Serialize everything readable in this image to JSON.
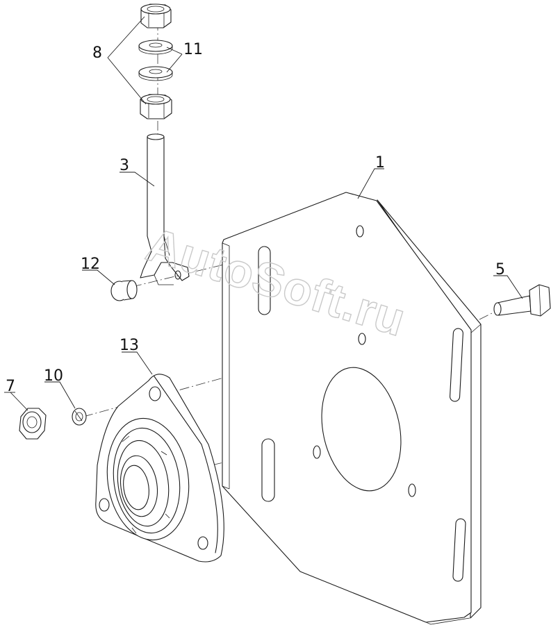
{
  "diagram": {
    "labels": [
      {
        "id": "p1",
        "text": "1"
      },
      {
        "id": "p3",
        "text": "3"
      },
      {
        "id": "p5",
        "text": "5"
      },
      {
        "id": "p7",
        "text": "7"
      },
      {
        "id": "p8",
        "text": "8"
      },
      {
        "id": "p10",
        "text": "10"
      },
      {
        "id": "p11",
        "text": "11"
      },
      {
        "id": "p12",
        "text": "12"
      },
      {
        "id": "p13",
        "text": "13"
      }
    ],
    "watermark": "AutoSoft.ru"
  }
}
